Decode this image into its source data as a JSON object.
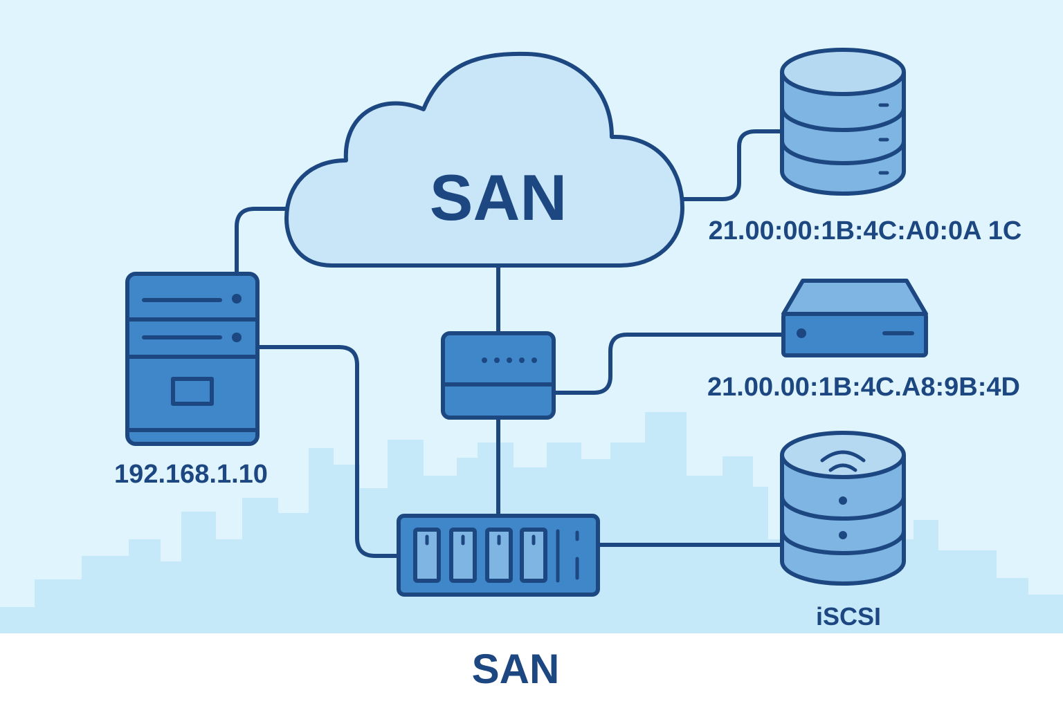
{
  "cloud": {
    "label": "SAN"
  },
  "nodes": {
    "host_server": {
      "label": "192.168.1.10"
    },
    "storage_db_top": {
      "label": "21.00:00:1B:4C:A0:0A 1C"
    },
    "storage_appliance": {
      "label": "21.00.00:1B:4C.A8:9B:4D"
    },
    "iscsi_storage": {
      "label": "iSCSI"
    }
  },
  "caption": {
    "text": "SAN"
  },
  "colors": {
    "background": "#dff4fc",
    "skyline": "#c6e9fa",
    "stroke": "#1d4781",
    "cloud_fill": "#c8e6f8",
    "device_fill": "#3f87c9",
    "device_light": "#7fb5e3",
    "caption_bg": "#ffffff"
  }
}
